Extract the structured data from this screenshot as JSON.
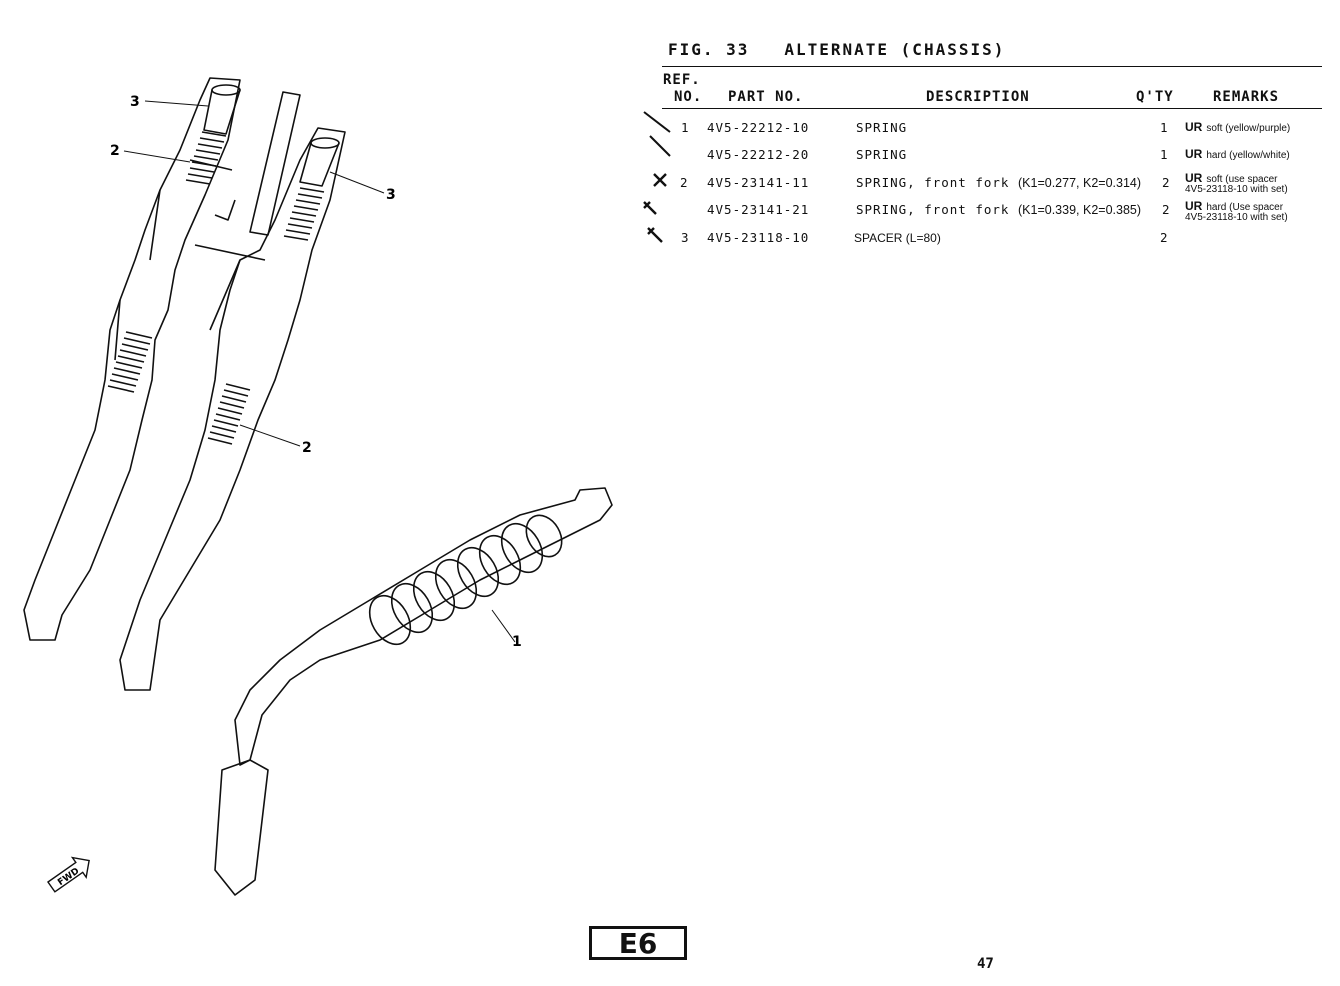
{
  "header": {
    "figure": "FIG. 33",
    "title": "ALTERNATE (CHASSIS)"
  },
  "table": {
    "columns": {
      "ref_no_line1": "REF.",
      "ref_no_line2": "NO.",
      "part_no": "PART NO.",
      "description": "DESCRIPTION",
      "qty": "Q'TY",
      "remarks": "REMARKS"
    },
    "rows": [
      {
        "ref": "1",
        "part": "4V5-22212-10",
        "desc_main": "SPRING",
        "desc_extra": "",
        "qty": "1",
        "remark_code": "UR",
        "remark_line1": "soft (yellow/purple)",
        "remark_line2": ""
      },
      {
        "ref": "",
        "part": "4V5-22212-20",
        "desc_main": "SPRING",
        "desc_extra": "",
        "qty": "1",
        "remark_code": "UR",
        "remark_line1": "hard (yellow/white)",
        "remark_line2": ""
      },
      {
        "ref": "2",
        "part": "4V5-23141-11",
        "desc_main": "SPRING, front fork",
        "desc_extra": "(K1=0.277, K2=0.314)",
        "qty": "2",
        "remark_code": "UR",
        "remark_line1": "soft (use spacer",
        "remark_line2": "4V5-23118-10 with set)"
      },
      {
        "ref": "",
        "part": "4V5-23141-21",
        "desc_main": "SPRING, front fork",
        "desc_extra": "(K1=0.339, K2=0.385)",
        "qty": "2",
        "remark_code": "UR",
        "remark_line1": "hard (Use spacer",
        "remark_line2": "4V5-23118-10 with set)"
      },
      {
        "ref": "3",
        "part": "4V5-23118-10",
        "desc_main": "SPACER (L=80)",
        "desc_extra": "",
        "qty": "2",
        "remark_code": "",
        "remark_line1": "",
        "remark_line2": ""
      }
    ]
  },
  "illustration": {
    "callouts": [
      "3",
      "2",
      "3",
      "2",
      "1"
    ],
    "fwd_label": "FWD"
  },
  "footer": {
    "section": "E6",
    "page": "47"
  }
}
